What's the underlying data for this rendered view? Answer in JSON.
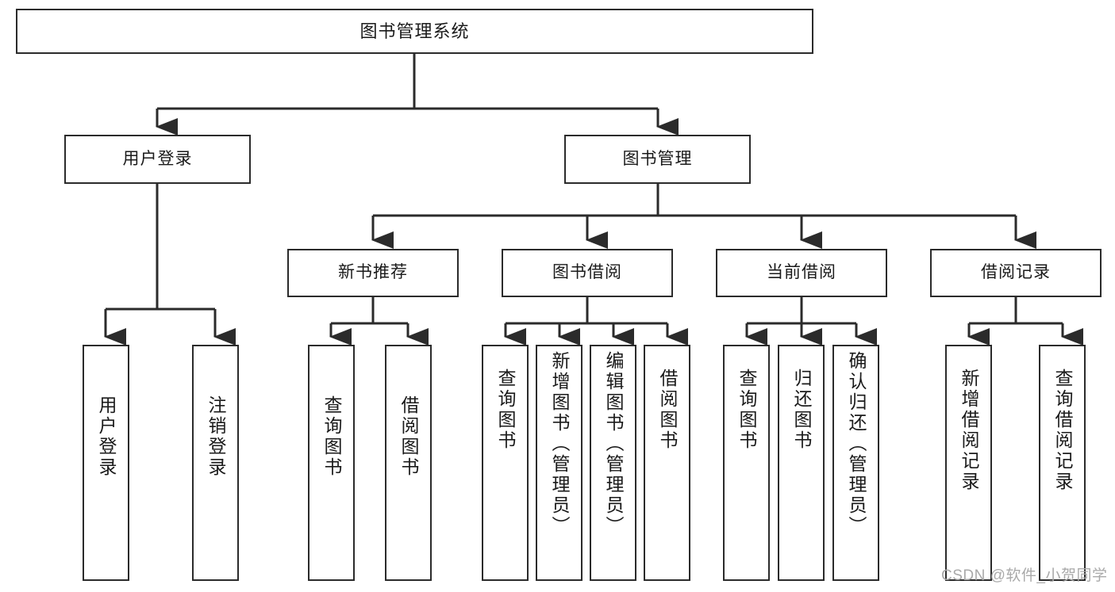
{
  "diagram": {
    "type": "tree-hierarchy-chart",
    "title": "图书管理系统",
    "root": {
      "label": "图书管理系统"
    },
    "level2": [
      {
        "label": "用户登录"
      },
      {
        "label": "图书管理"
      }
    ],
    "level3": [
      {
        "label": "新书推荐"
      },
      {
        "label": "图书借阅"
      },
      {
        "label": "当前借阅"
      },
      {
        "label": "借阅记录"
      }
    ],
    "leaves": {
      "user_login": [
        {
          "label": "用户登录"
        },
        {
          "label": "注销登录"
        }
      ],
      "new_book_recommend": [
        {
          "label": "查询图书"
        },
        {
          "label": "借阅图书"
        }
      ],
      "book_borrow": [
        {
          "label": "查询图书"
        },
        {
          "label": "新增图书（管理员）"
        },
        {
          "label": "编辑图书（管理员）"
        },
        {
          "label": "借阅图书"
        }
      ],
      "current_borrow": [
        {
          "label": "查询图书"
        },
        {
          "label": "归还图书"
        },
        {
          "label": "确认归还（管理员）"
        }
      ],
      "borrow_record": [
        {
          "label": "新增借阅记录"
        },
        {
          "label": "查询借阅记录"
        }
      ]
    }
  },
  "watermark": {
    "text": "CSDN @软件_小贺同学"
  },
  "colors": {
    "stroke": "#2b2b2b",
    "background": "#ffffff",
    "text": "#1a1a1a",
    "watermark": "#a9a9a9"
  }
}
